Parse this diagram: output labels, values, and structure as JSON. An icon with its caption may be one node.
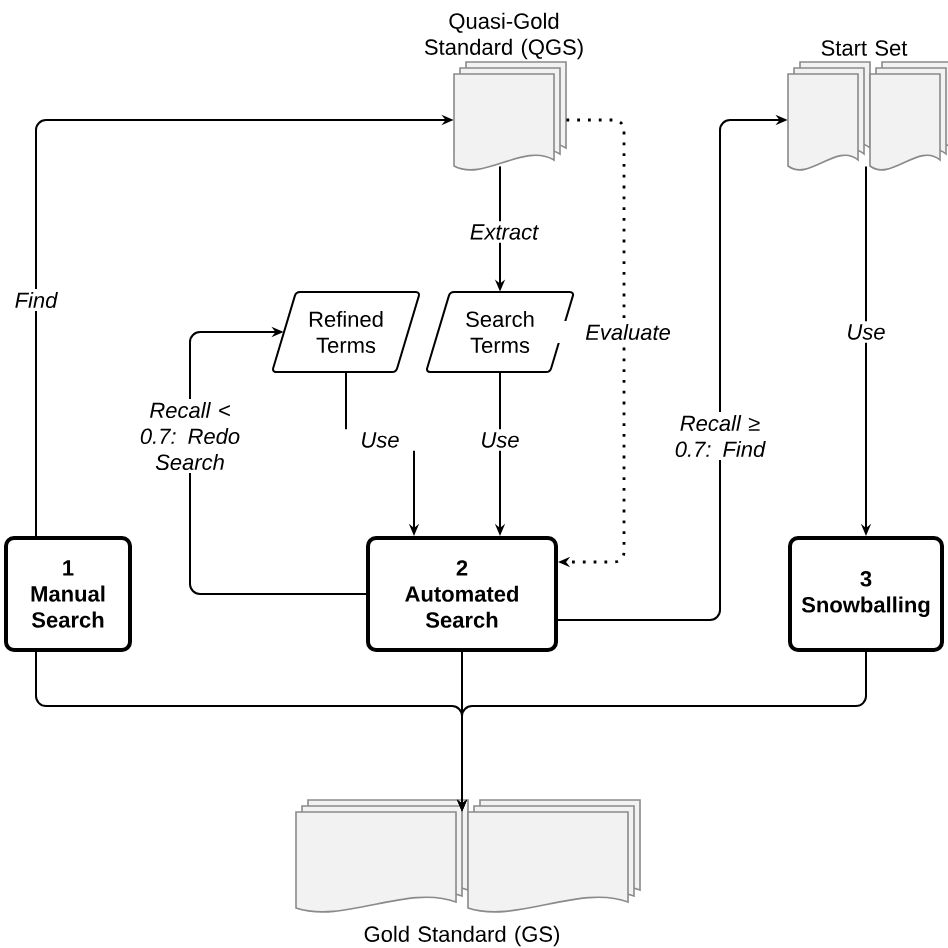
{
  "diagram": {
    "nodes": [
      {
        "text": [
          "Quasi-Gold Standard (QGS)"
        ]
      },
      {
        "text": [
          "Start Set"
        ]
      },
      {
        "text": [
          "Refined Terms"
        ]
      },
      {
        "text": [
          "Search Terms"
        ]
      },
      {
        "text": [
          "1",
          "Manual Search"
        ]
      },
      {
        "text": [
          "2",
          "Automated Search"
        ]
      },
      {
        "text": [
          "3",
          "Snowballing"
        ]
      },
      {
        "text": [
          "Gold Standard (GS)"
        ]
      }
    ],
    "edges": [
      {
        "from": 4,
        "to": 0,
        "arrow": "to",
        "label": "Find"
      },
      {
        "from": 0,
        "to": 3,
        "arrow": "to",
        "label": "Extract"
      },
      {
        "from": 0,
        "to": 5,
        "arrow": "to",
        "label": "Evaluate",
        "style": "dashed"
      },
      {
        "from": 5,
        "to": 2,
        "arrow": "to",
        "label": "Recall < 0.7: Redo Search"
      },
      {
        "from": 2,
        "to": 5,
        "arrow": "to",
        "label": "Use"
      },
      {
        "from": 3,
        "to": 5,
        "arrow": "to",
        "label": "Use"
      },
      {
        "from": 5,
        "to": 1,
        "arrow": "to",
        "label": "Recall ≥ 0.7: Find"
      },
      {
        "from": 1,
        "to": 6,
        "arrow": "to",
        "label": "Use"
      },
      {
        "from": 4,
        "to": 7,
        "arrow": "to"
      },
      {
        "from": 5,
        "to": 7,
        "arrow": "to"
      },
      {
        "from": 6,
        "to": 7,
        "arrow": "to"
      }
    ]
  }
}
